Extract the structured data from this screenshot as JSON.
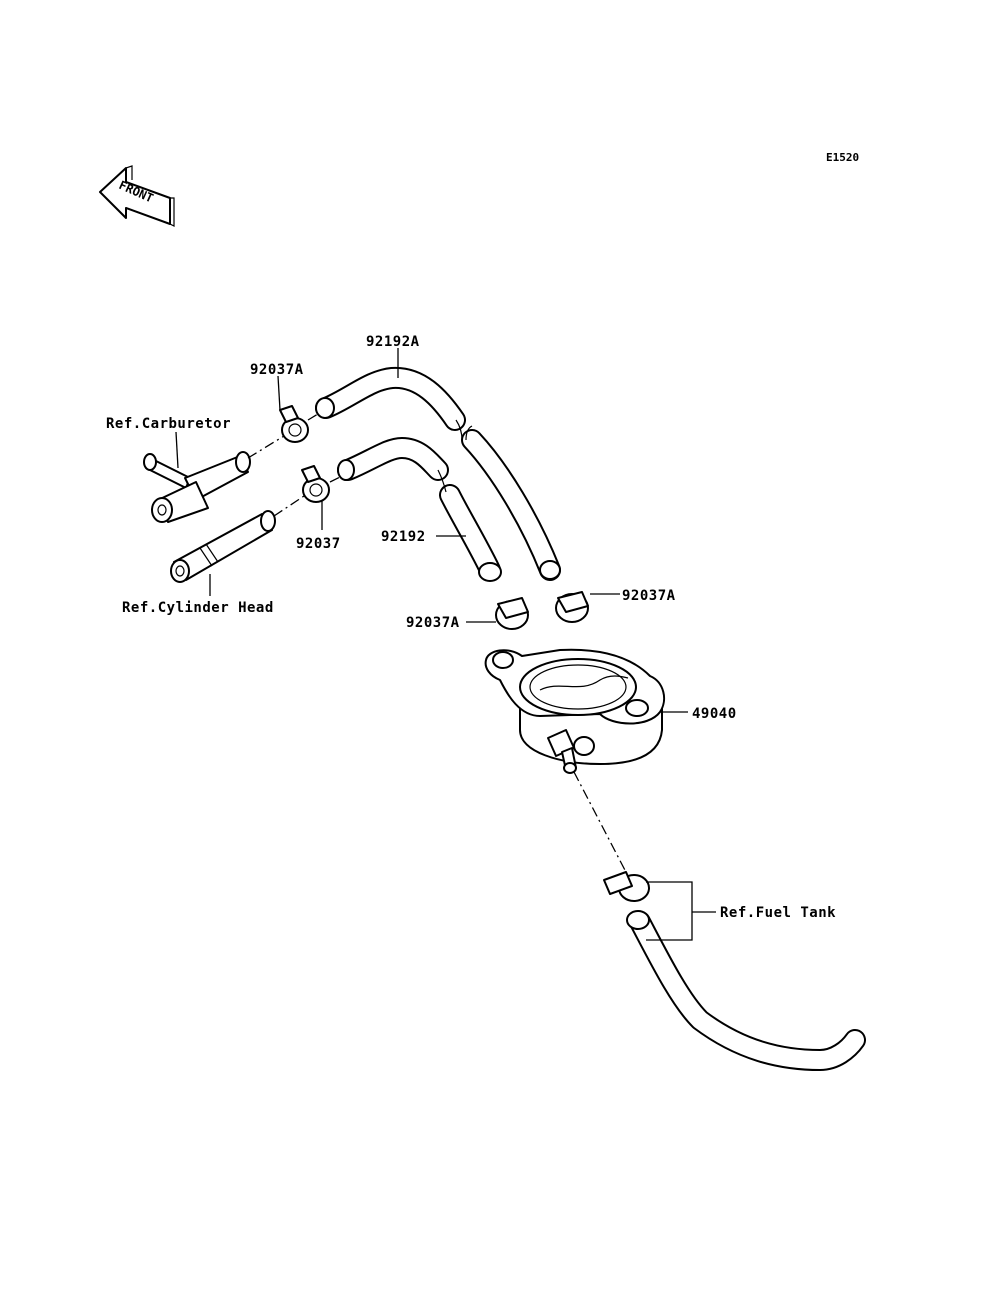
{
  "diagram": {
    "code": "E1520",
    "front_label": "FRONT",
    "labels": {
      "hose_92192A": "92192A",
      "clamp_92037A_top": "92037A",
      "ref_carburetor": "Ref.Carburetor",
      "clamp_92037": "92037",
      "hose_92192": "92192",
      "ref_cylinder_head": "Ref.Cylinder Head",
      "clamp_92037A_right": "92037A",
      "clamp_92037A_left": "92037A",
      "pump_49040": "49040",
      "ref_fuel_tank": "Ref.Fuel Tank"
    }
  }
}
